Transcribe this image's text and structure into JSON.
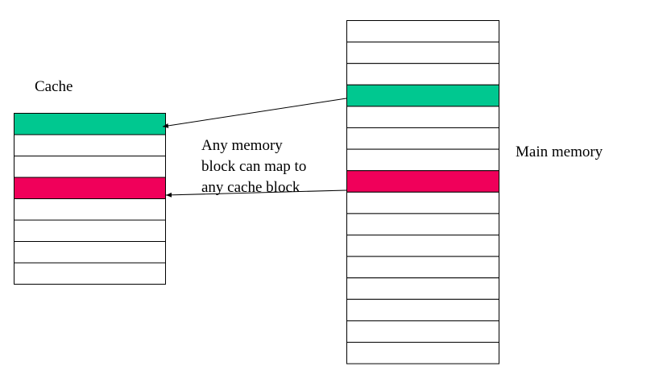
{
  "diagram": {
    "cache_label": "Cache",
    "main_memory_label": "Main memory",
    "note_lines": [
      "Any memory",
      "block can map to",
      "any cache block"
    ]
  },
  "cache": {
    "blocks": [
      {
        "fill": "#00c890"
      },
      {
        "fill": "#ffffff"
      },
      {
        "fill": "#ffffff"
      },
      {
        "fill": "#f0005a"
      },
      {
        "fill": "#ffffff"
      },
      {
        "fill": "#ffffff"
      },
      {
        "fill": "#ffffff"
      },
      {
        "fill": "#ffffff"
      }
    ]
  },
  "main_memory": {
    "blocks": [
      {
        "fill": "#ffffff"
      },
      {
        "fill": "#ffffff"
      },
      {
        "fill": "#ffffff"
      },
      {
        "fill": "#00c890"
      },
      {
        "fill": "#ffffff"
      },
      {
        "fill": "#ffffff"
      },
      {
        "fill": "#ffffff"
      },
      {
        "fill": "#f0005a"
      },
      {
        "fill": "#ffffff"
      },
      {
        "fill": "#ffffff"
      },
      {
        "fill": "#ffffff"
      },
      {
        "fill": "#ffffff"
      },
      {
        "fill": "#ffffff"
      },
      {
        "fill": "#ffffff"
      },
      {
        "fill": "#ffffff"
      },
      {
        "fill": "#ffffff"
      }
    ]
  },
  "colors": {
    "green": "#00c890",
    "pink": "#f0005a",
    "line": "#000000"
  }
}
